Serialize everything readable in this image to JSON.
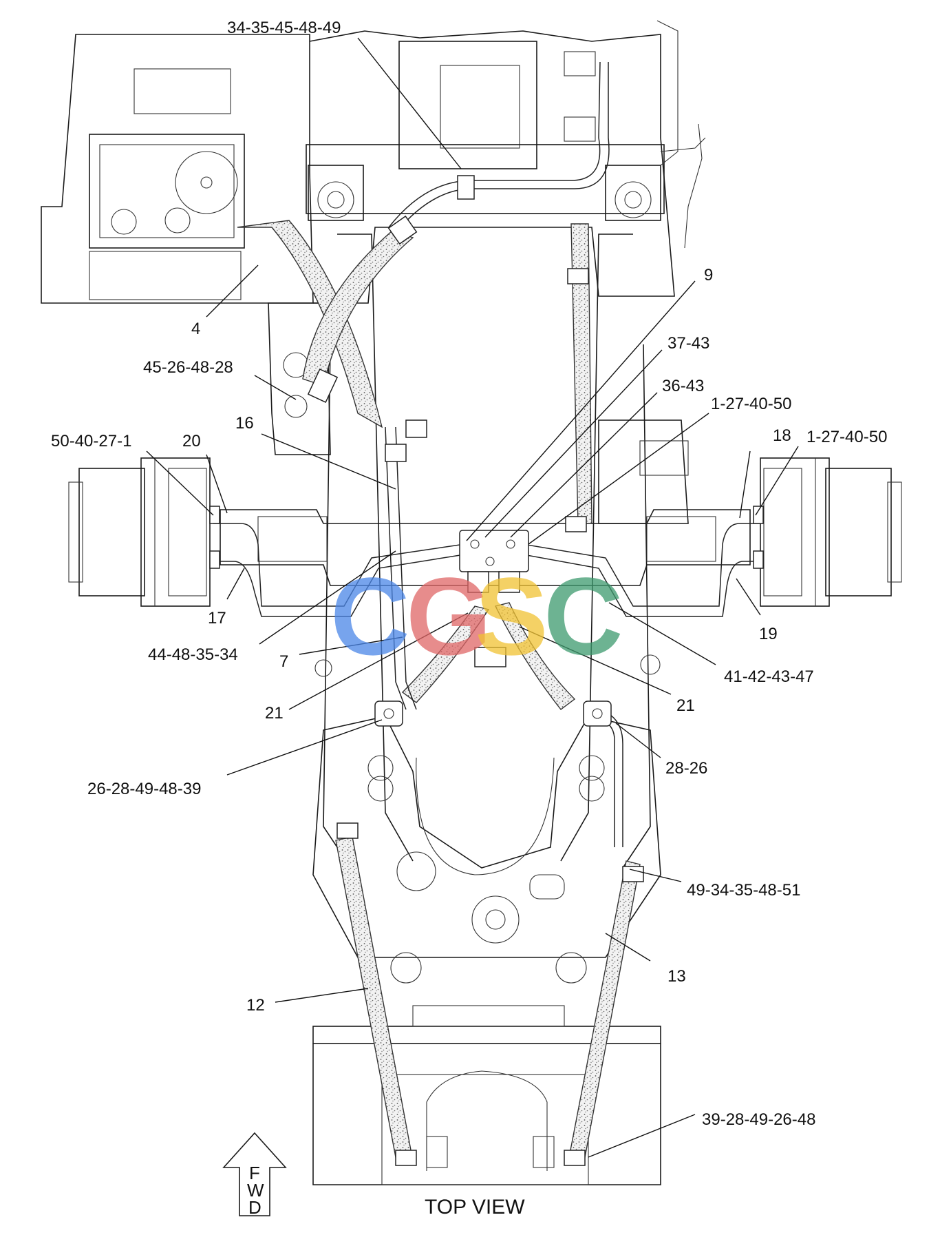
{
  "title": "TOP VIEW",
  "direction_arrow": {
    "letters": [
      "F",
      "W",
      "D"
    ]
  },
  "watermark": {
    "letters": [
      "C",
      "G",
      "S",
      "C"
    ],
    "colors": [
      "#4a86e8",
      "#e06666",
      "#f1c232",
      "#3d9a6e"
    ]
  },
  "callouts": [
    {
      "id": "c1",
      "text": "34-35-45-48-49"
    },
    {
      "id": "c2",
      "text": "4"
    },
    {
      "id": "c3",
      "text": "9"
    },
    {
      "id": "c4",
      "text": "37-43"
    },
    {
      "id": "c5",
      "text": "36-43"
    },
    {
      "id": "c6",
      "text": "1-27-40-50"
    },
    {
      "id": "c7",
      "text": "45-26-48-28"
    },
    {
      "id": "c8",
      "text": "16"
    },
    {
      "id": "c9",
      "text": "50-40-27-1"
    },
    {
      "id": "c10",
      "text": "20"
    },
    {
      "id": "c11",
      "text": "18"
    },
    {
      "id": "c12",
      "text": "1-27-40-50"
    },
    {
      "id": "c13",
      "text": "17"
    },
    {
      "id": "c14",
      "text": "19"
    },
    {
      "id": "c15",
      "text": "44-48-35-34"
    },
    {
      "id": "c16",
      "text": "7"
    },
    {
      "id": "c17",
      "text": "41-42-43-47"
    },
    {
      "id": "c18",
      "text": "21"
    },
    {
      "id": "c19",
      "text": "21"
    },
    {
      "id": "c20",
      "text": "26-28-49-48-39"
    },
    {
      "id": "c21",
      "text": "28-26"
    },
    {
      "id": "c22",
      "text": "49-34-35-48-51"
    },
    {
      "id": "c23",
      "text": "13"
    },
    {
      "id": "c24",
      "text": "12"
    },
    {
      "id": "c25",
      "text": "39-28-49-26-48"
    }
  ]
}
